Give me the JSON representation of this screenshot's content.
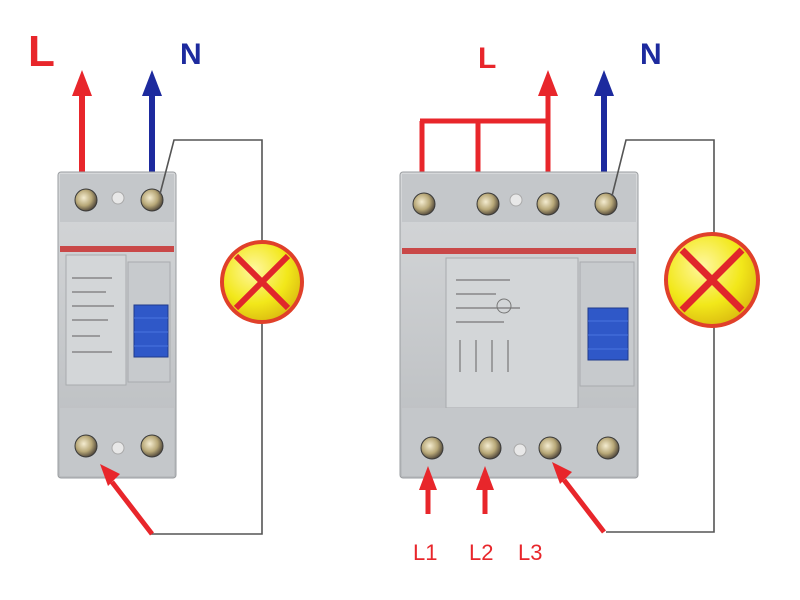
{
  "colors": {
    "phase": "#e8262b",
    "neutral": "#1d2a9e",
    "wire": "#555555",
    "lamp_fill": "#f2e81a",
    "lamp_border": "#e0402a",
    "lamp_cross": "#e0262b",
    "device_body": "#c9cccf",
    "toggle": "#2f58c8",
    "background": "#ffffff"
  },
  "left_diagram": {
    "phase_label": "L",
    "neutral_label": "N",
    "lamp_icon": "test-lamp-icon",
    "breaker_icon": "two-pole-rcd-icon"
  },
  "right_diagram": {
    "phase_label": "L",
    "neutral_label": "N",
    "inputs": [
      "L1",
      "L2",
      "L3"
    ],
    "lamp_icon": "test-lamp-icon",
    "breaker_icon": "four-pole-rcd-icon"
  }
}
